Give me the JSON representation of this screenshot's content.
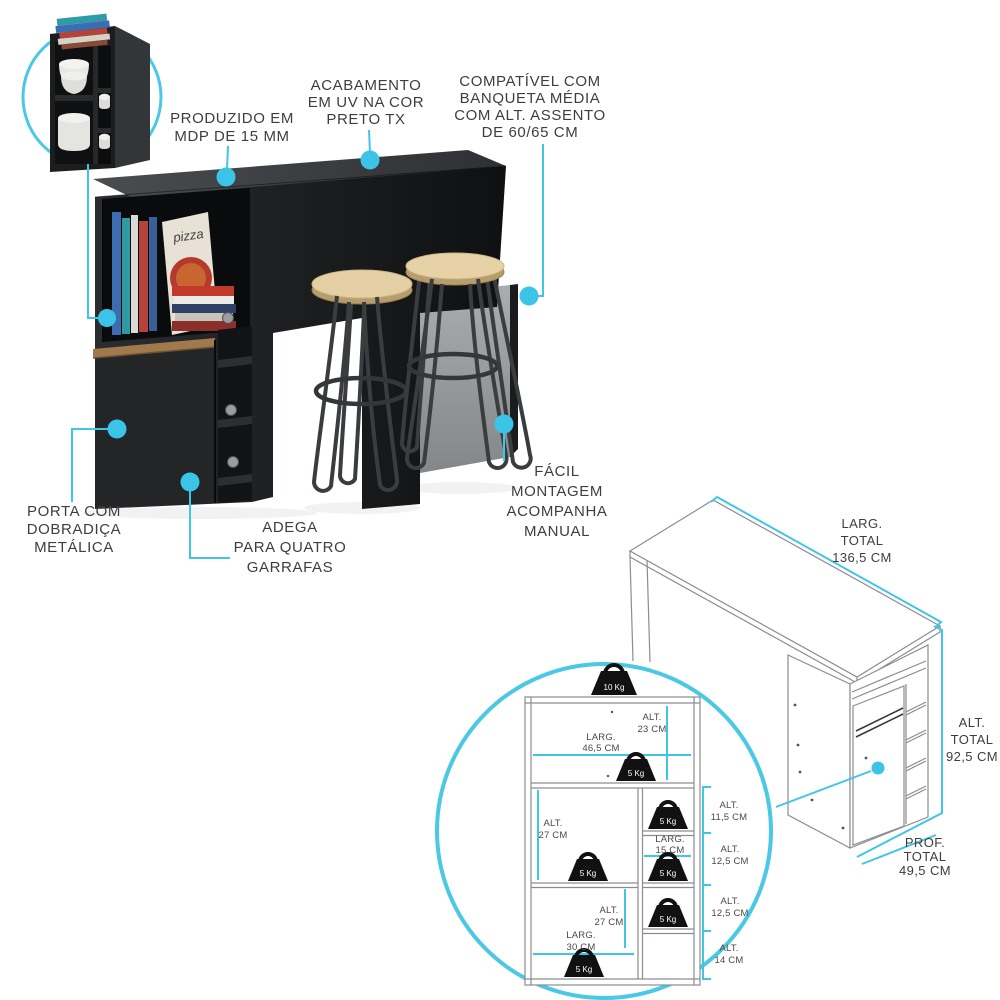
{
  "page": {
    "background": "#ffffff",
    "kind": "product-infographic"
  },
  "colors": {
    "accent_cyan": "#3cc4e8",
    "ring_cyan": "#4ac8e4",
    "ink": "#3e3e3e",
    "furniture_black": "#1d1f21",
    "back_panel_gray": "#9b9fa2",
    "handle_wood": "#a07a4d",
    "seat_wood": "#e4d0a4"
  },
  "callouts": {
    "produzido": {
      "lines": [
        "PRODUZIDO EM",
        "MDP DE 15 MM"
      ]
    },
    "acabamento": {
      "lines": [
        "ACABAMENTO",
        "EM UV NA COR",
        "PRETO TX"
      ]
    },
    "compativel": {
      "lines": [
        "COMPATÍVEL COM",
        "BANQUETA MÉDIA",
        "COM ALT. ASSENTO",
        "DE 60/65 CM"
      ]
    },
    "porta": {
      "lines": [
        "PORTA COM",
        "DOBRADIÇA",
        "METÁLICA"
      ]
    },
    "adega": {
      "lines": [
        "ADEGA",
        "PARA QUATRO",
        "GARRAFAS"
      ]
    },
    "facil": {
      "lines": [
        "FÁCIL",
        "MONTAGEM",
        "ACOMPANHA",
        "MANUAL"
      ]
    }
  },
  "dimensions": {
    "largura": {
      "lines": [
        "LARG.",
        "TOTAL",
        "136,5 CM"
      ]
    },
    "altura": {
      "lines": [
        "ALT.",
        "TOTAL",
        "92,5 CM"
      ]
    },
    "profundidade": {
      "lines": [
        "PROF.",
        "TOTAL",
        "49,5 CM"
      ]
    }
  },
  "inset_detail": {
    "weight_10": "10 Kg",
    "weight_5": "5 Kg",
    "alt_23": [
      "ALT.",
      "23 CM"
    ],
    "larg_46_5": [
      "LARG.",
      "46,5 CM"
    ],
    "alt_27_upper": [
      "ALT.",
      "27 CM"
    ],
    "alt_27_lower": [
      "ALT.",
      "27 CM"
    ],
    "larg_30": [
      "LARG.",
      "30 CM"
    ],
    "larg_15": [
      "LARG.",
      "15 CM"
    ],
    "alt_11_5": [
      "ALT.",
      "11,5 CM"
    ],
    "alt_12_5_a": [
      "ALT.",
      "12,5 CM"
    ],
    "alt_12_5_b": [
      "ALT.",
      "12,5 CM"
    ],
    "alt_14": [
      "ALT.",
      "14 CM"
    ]
  },
  "render": {
    "book_label": "pizza"
  }
}
